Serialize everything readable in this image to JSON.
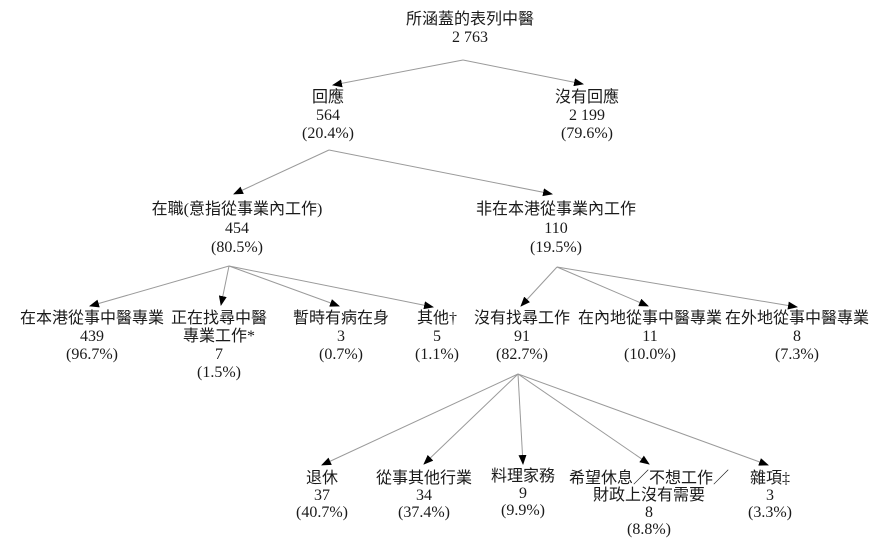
{
  "diagram": {
    "background_color": "#ffffff",
    "text_color": "#1a1a1a",
    "connector_color": "#9a9a9a",
    "arrowhead_color": "#000000"
  },
  "nodes": {
    "root": {
      "label": "所涵蓋的表列中醫",
      "value": "2 763"
    },
    "respond": {
      "label": "回應",
      "value": "564",
      "pct": "(20.4%)"
    },
    "no_respond": {
      "label": "沒有回應",
      "value": "2 199",
      "pct": "(79.6%)"
    },
    "employed": {
      "label": "在職(意指從事業內工作)",
      "value": "454",
      "pct": "(80.5%)"
    },
    "not_in_hk": {
      "label": "非在本港從事業內工作",
      "value": "110",
      "pct": "(19.5%)"
    },
    "hk_practice": {
      "label": "在本港從事中醫專業",
      "value": "439",
      "pct": "(96.7%)"
    },
    "seeking": {
      "label1": "正在找尋中醫",
      "label2": "專業工作*",
      "value": "7",
      "pct": "(1.5%)"
    },
    "sick": {
      "label": "暫時有病在身",
      "value": "3",
      "pct": "(0.7%)"
    },
    "other": {
      "label": "其他†",
      "value": "5",
      "pct": "(1.1%)"
    },
    "not_seeking": {
      "label": "沒有找尋工作",
      "value": "91",
      "pct": "(82.7%)"
    },
    "mainland": {
      "label": "在內地從事中醫專業",
      "value": "11",
      "pct": "(10.0%)"
    },
    "overseas": {
      "label": "在外地從事中醫專業",
      "value": "8",
      "pct": "(7.3%)"
    },
    "retired": {
      "label": "退休",
      "value": "37",
      "pct": "(40.7%)"
    },
    "other_industry": {
      "label": "從事其他行業",
      "value": "34",
      "pct": "(37.4%)"
    },
    "housework": {
      "label": "料理家務",
      "value": "9",
      "pct": "(9.9%)"
    },
    "rest": {
      "label1": "希望休息／不想工作／",
      "label2": "財政上沒有需要",
      "value": "8",
      "pct": "(8.8%)"
    },
    "misc": {
      "label": "雜項‡",
      "value": "3",
      "pct": "(3.3%)"
    }
  },
  "edges": [
    {
      "from": "root",
      "to": "respond"
    },
    {
      "from": "root",
      "to": "no_respond"
    },
    {
      "from": "respond",
      "to": "employed"
    },
    {
      "from": "respond",
      "to": "not_in_hk"
    },
    {
      "from": "employed",
      "to": "hk_practice"
    },
    {
      "from": "employed",
      "to": "seeking"
    },
    {
      "from": "employed",
      "to": "sick"
    },
    {
      "from": "employed",
      "to": "other"
    },
    {
      "from": "not_in_hk",
      "to": "not_seeking"
    },
    {
      "from": "not_in_hk",
      "to": "mainland"
    },
    {
      "from": "not_in_hk",
      "to": "overseas"
    },
    {
      "from": "not_seeking",
      "to": "retired"
    },
    {
      "from": "not_seeking",
      "to": "other_industry"
    },
    {
      "from": "not_seeking",
      "to": "housework"
    },
    {
      "from": "not_seeking",
      "to": "rest"
    },
    {
      "from": "not_seeking",
      "to": "misc"
    }
  ]
}
